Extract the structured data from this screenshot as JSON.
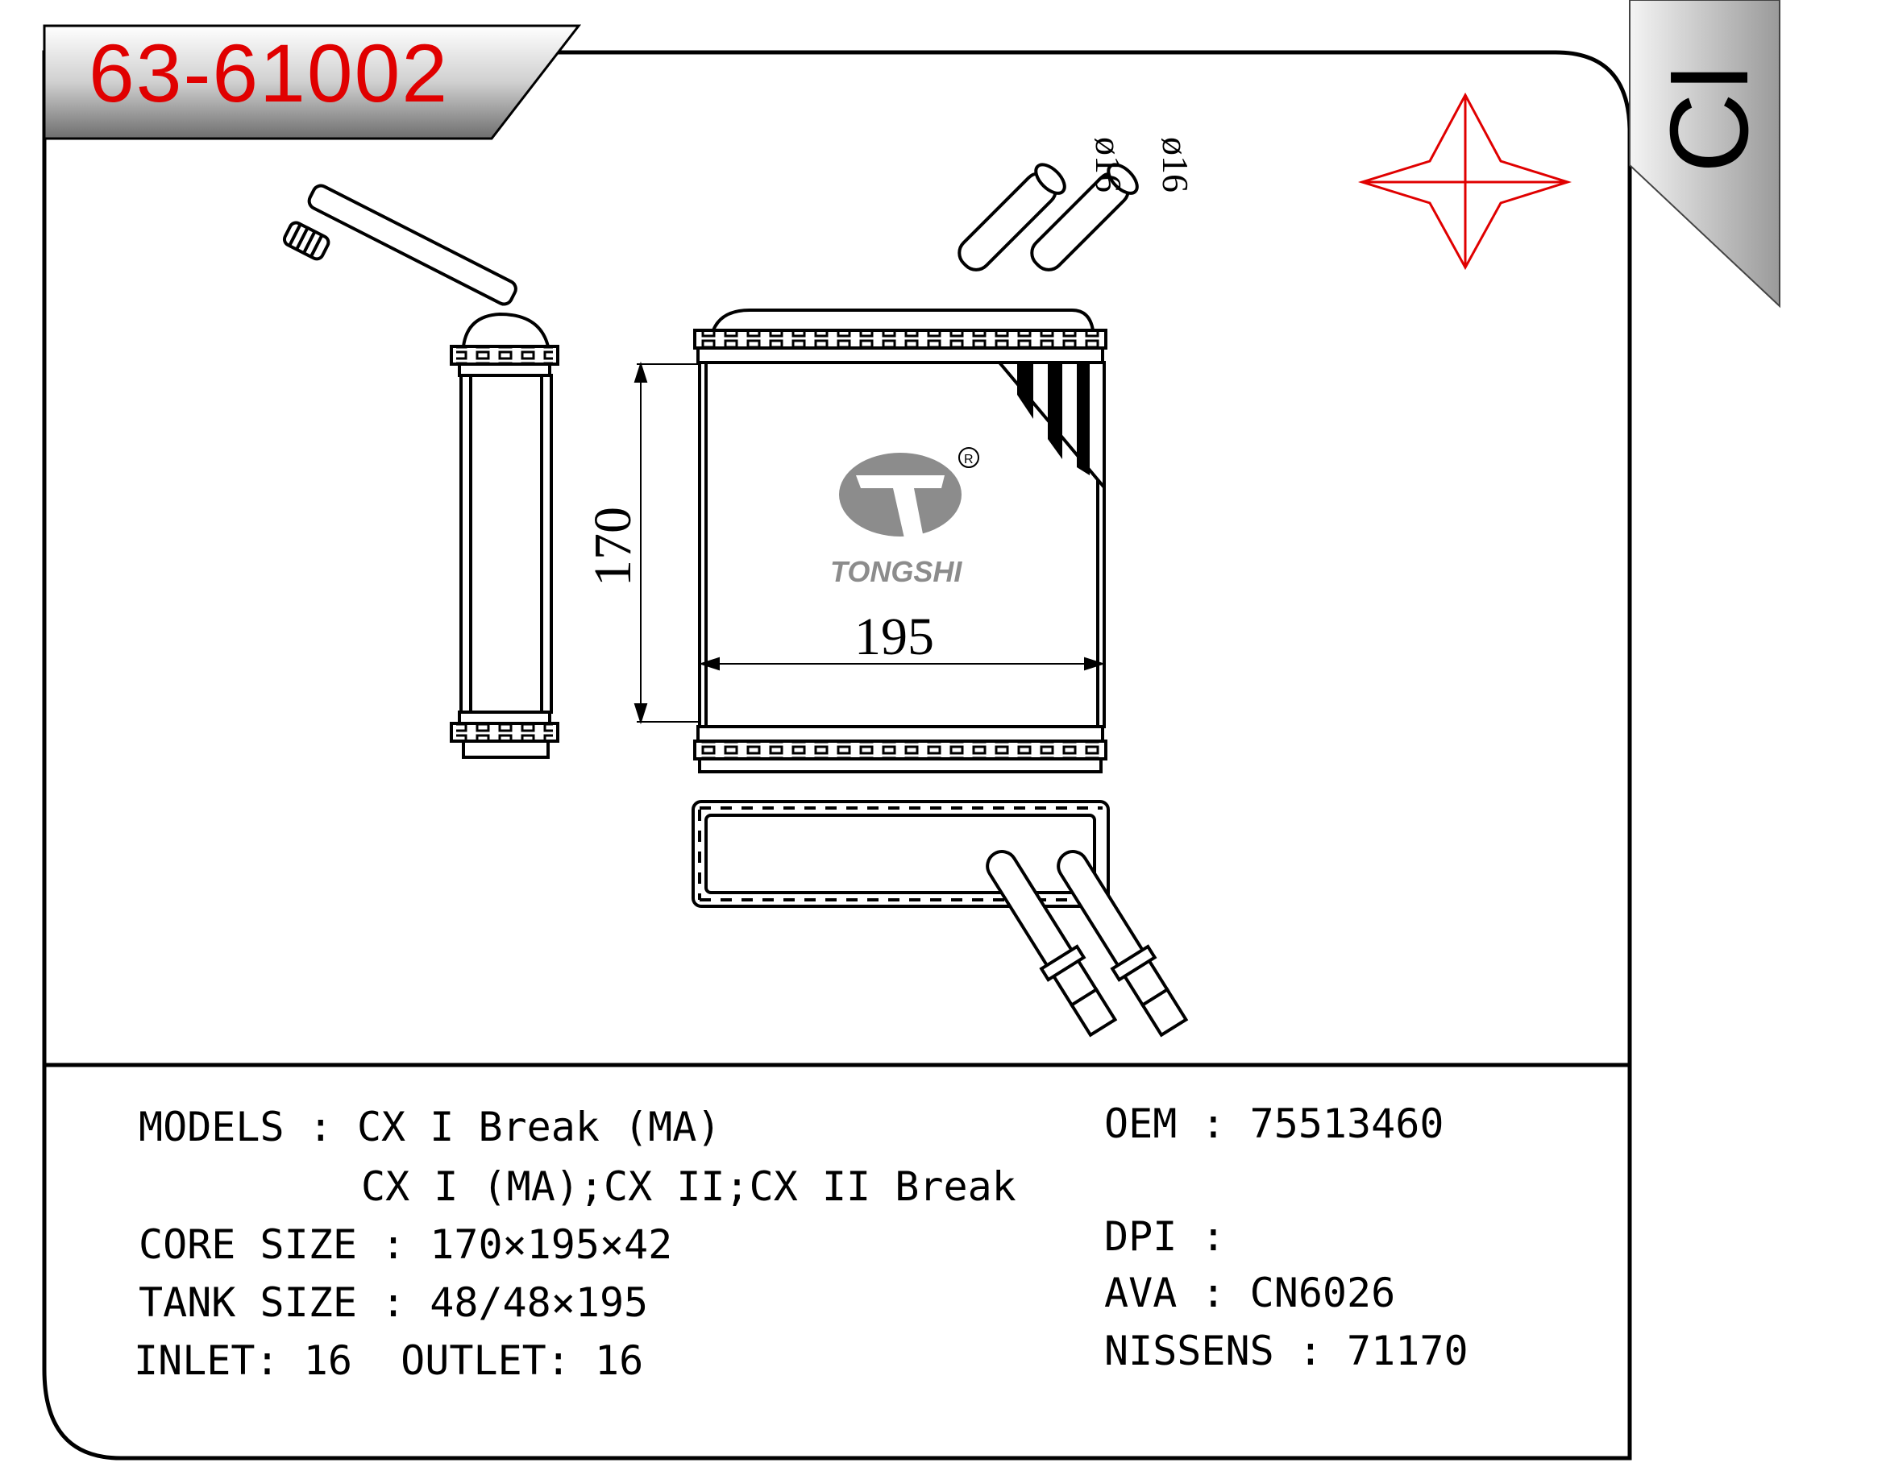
{
  "header": {
    "part_number": "63-61002",
    "corner_code": "CI"
  },
  "drawing": {
    "diameter_1": "ø16",
    "diameter_2": "ø16",
    "height_dim": "170",
    "width_dim": "195",
    "brand_name": "TONGSHI",
    "registered_mark": "R"
  },
  "specs": {
    "models_label": "MODELS : ",
    "models_line1": "CX I Break (MA)",
    "models_line2": "CX I (MA);CX II;CX II Break",
    "core_label": "CORE SIZE : ",
    "core_value": "170×195×42",
    "tank_label": "TANK SIZE : ",
    "tank_value": "48/48×195",
    "inlet_label": "INLET: ",
    "inlet_value": "16",
    "outlet_label": "OUTLET: ",
    "outlet_value": "16",
    "oem_label": "OEM : ",
    "oem_value": "75513460",
    "dpi_label": "DPI : ",
    "dpi_value": "",
    "ava_label": "AVA : ",
    "ava_value": "CN6026",
    "nissens_label": "NISSENS : ",
    "nissens_value": "71170"
  },
  "colors": {
    "accent": "#e00000",
    "line": "#000000",
    "logo_gray": "#8c8c8c"
  }
}
